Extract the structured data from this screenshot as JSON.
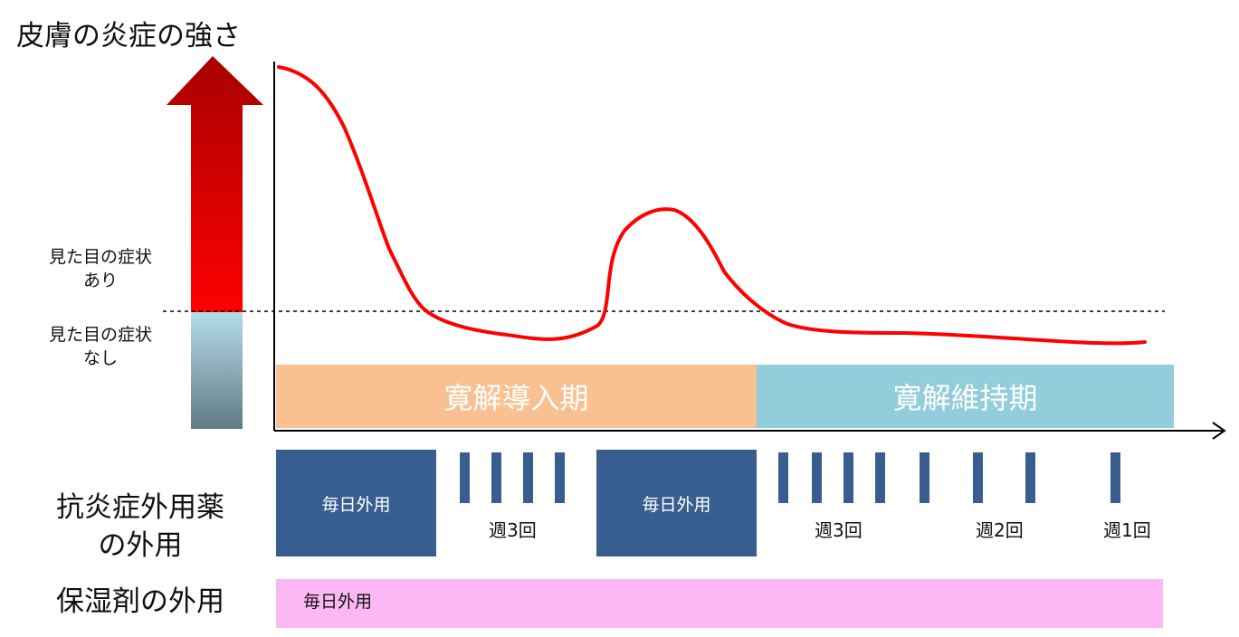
{
  "title": "皮膚の炎症の強さ",
  "labels": {
    "symptoms_visible": [
      "見た目の症状",
      "あり"
    ],
    "symptoms_not_visible": [
      "見た目の症状",
      "なし"
    ]
  },
  "phases": {
    "induction": "寛解導入期",
    "maintenance": "寛解維持期"
  },
  "rows": {
    "anti_inflammatory": [
      "抗炎症外用薬",
      "の外用"
    ],
    "moisturizer": "保湿剤の外用"
  },
  "treatment": {
    "daily_1": "毎日外用",
    "weekly_3_a": "週3回",
    "daily_2": "毎日外用",
    "weekly_3_b": "週3回",
    "weekly_2": "週2回",
    "weekly_1": "週1回",
    "moisturizer_daily": "毎日外用"
  },
  "colors": {
    "curve": "#ff0000",
    "arrow_top": "#a80000",
    "arrow_bottom": "#ff0000",
    "calm_top": "#b5dce9",
    "calm_bottom": "#607a85",
    "induction_bg": "#f9c191",
    "maintenance_bg": "#92cddc",
    "treatment_block": "#375e8f",
    "moisturizer_bg": "#fbb8f5"
  }
}
